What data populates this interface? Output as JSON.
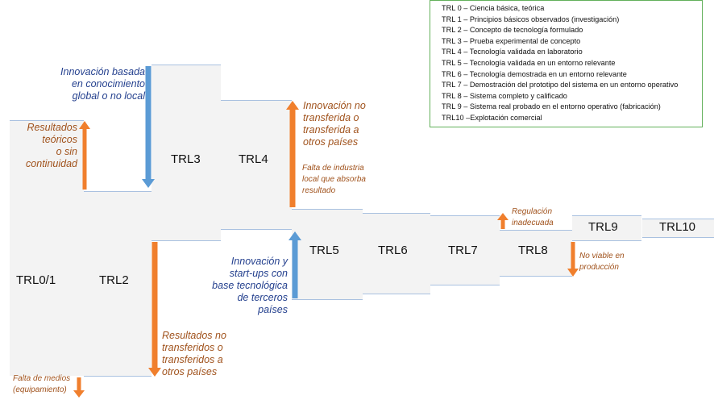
{
  "stages": [
    "TRL0/1",
    "TRL2",
    "TRL3",
    "TRL4",
    "TRL5",
    "TRL6",
    "TRL7",
    "TRL8",
    "TRL9",
    "TRL10"
  ],
  "notes": {
    "resultados_teoricos": "Resultados\nteóricos\no sin\ncontinuidad",
    "innovacion_global": "Innovación basada\nen conocimiento\nglobal o no local",
    "innovacion_no_transferida": "Innovación no\ntransferida o\ntransferida a\notros países",
    "falta_industria": "Falta de industria\nlocal que absorba\nresultado",
    "innovacion_startups": "Innovación y\nstart-ups con\nbase tecnológica\nde terceros\npaíses",
    "resultados_no_transferidos": "Resultados no\ntransferidos o\ntransferidos a\notros países",
    "falta_de_medios": "Falta de medios\n(equipamiento)",
    "regulacion": "Regulación\ninadecuada",
    "no_viable": "No viable en\nproducción"
  },
  "legend": [
    "TRL 0 – Ciencia básica, teórica",
    "TRL 1 – Principios básicos observados (investigación)",
    "TRL 2 – Concepto de tecnología formulado",
    "TRL 3 – Prueba experimental de concepto",
    "TRL 4 – Tecnología validada en laboratorio",
    "TRL 5 – Tecnología validada en un entorno relevante",
    "TRL 6 – Tecnología demostrada en un entorno relevante",
    "TRL 7 – Demostración del prototipo del sistema en un entorno operativo",
    "TRL 8 – Sistema completo y calificado",
    "TRL 9 – Sistema real probado en el entorno operativo (fabricación)",
    "TRL10 –Explotación comercial"
  ],
  "colors": {
    "block_fill": "#f3f3f3",
    "block_edge": "#a9c1e0",
    "arrow_orange": "#f07f2d",
    "arrow_blue": "#5b9bd5",
    "text_orange": "#a0521c",
    "text_blue": "#24408e",
    "legend_border": "#62b05a"
  }
}
